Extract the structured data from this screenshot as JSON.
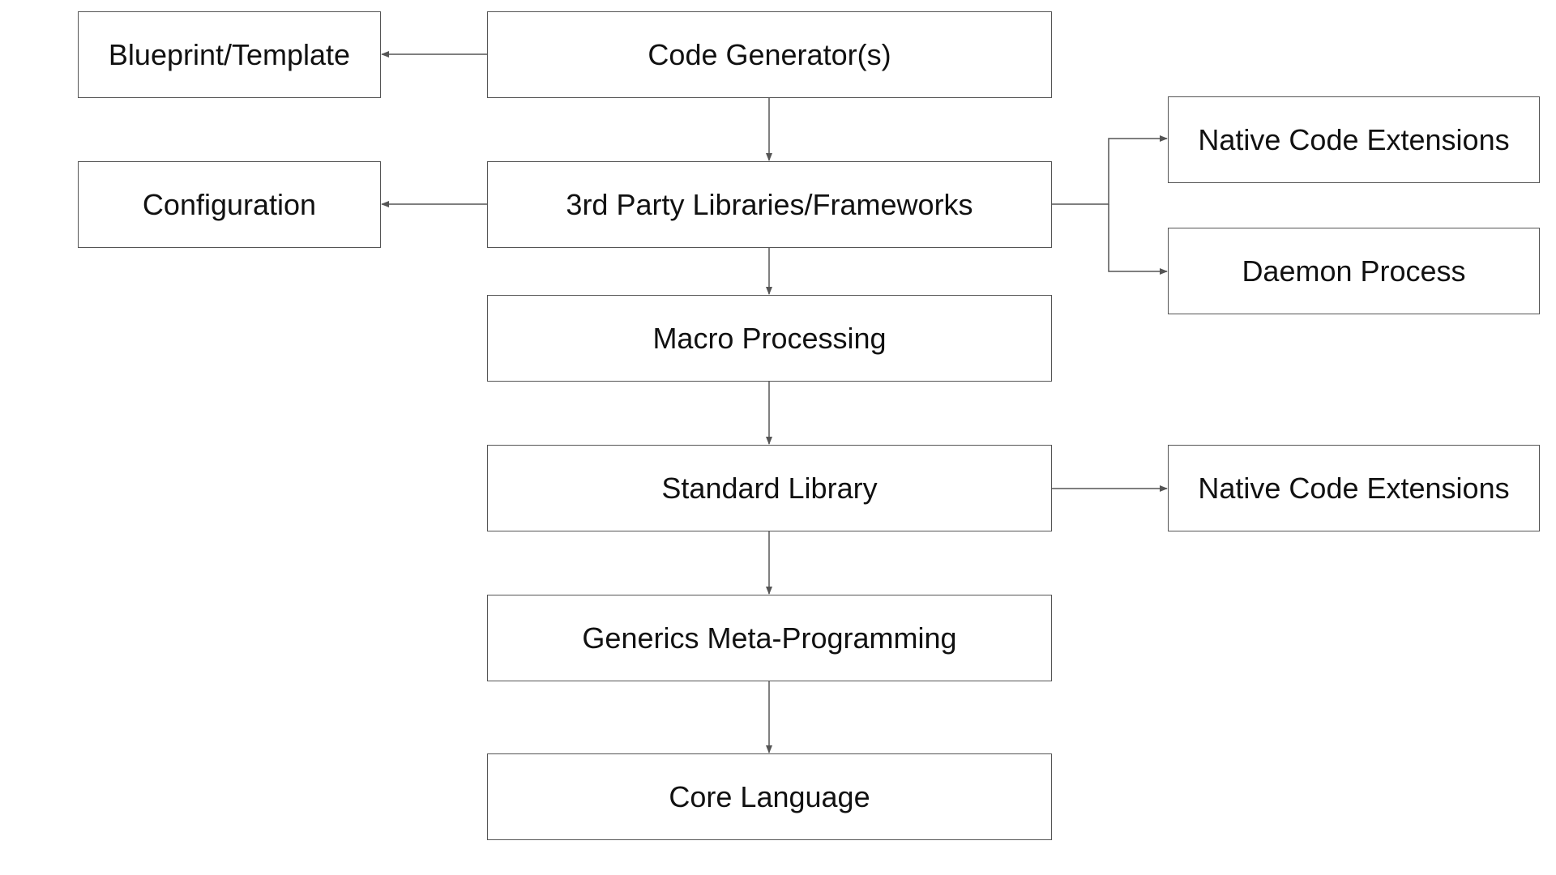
{
  "nodes": {
    "blueprint": "Blueprint/Template",
    "code_generators": "Code Generator(s)",
    "configuration": "Configuration",
    "third_party": "3rd Party Libraries/Frameworks",
    "native_code_extensions_top": "Native Code Extensions",
    "daemon_process": "Daemon Process",
    "macro_processing": "Macro Processing",
    "standard_library": "Standard Library",
    "native_code_extensions_bottom": "Native Code Extensions",
    "generics": "Generics Meta-Programming",
    "core_language": "Core Language"
  },
  "edges": [
    {
      "from": "code_generators",
      "to": "blueprint"
    },
    {
      "from": "code_generators",
      "to": "third_party"
    },
    {
      "from": "third_party",
      "to": "configuration"
    },
    {
      "from": "third_party",
      "to": "native_code_extensions_top"
    },
    {
      "from": "third_party",
      "to": "daemon_process"
    },
    {
      "from": "third_party",
      "to": "macro_processing"
    },
    {
      "from": "macro_processing",
      "to": "standard_library"
    },
    {
      "from": "standard_library",
      "to": "native_code_extensions_bottom"
    },
    {
      "from": "standard_library",
      "to": "generics"
    },
    {
      "from": "generics",
      "to": "core_language"
    }
  ],
  "colors": {
    "line": "#555555",
    "border": "#555555",
    "text": "#111111",
    "background": "#ffffff"
  }
}
